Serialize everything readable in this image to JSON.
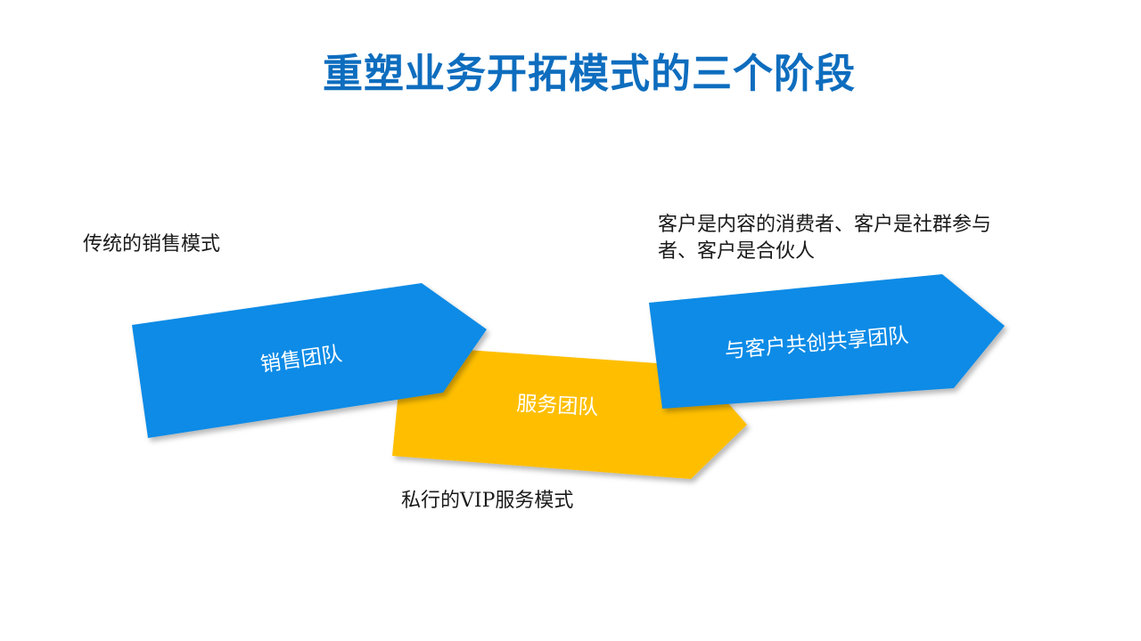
{
  "title": "重塑业务开拓模式的三个阶段",
  "stages": [
    {
      "label": "销售团队",
      "description": "传统的销售模式",
      "color": "#0E8BE6"
    },
    {
      "label": "服务团队",
      "description": "私行的VIP服务模式",
      "color": "#FFBF00"
    },
    {
      "label": "与客户共创共享团队",
      "description": "客户是内容的消费者、客户是社群参与者、客户是合伙人",
      "color": "#0E8BE6"
    }
  ]
}
